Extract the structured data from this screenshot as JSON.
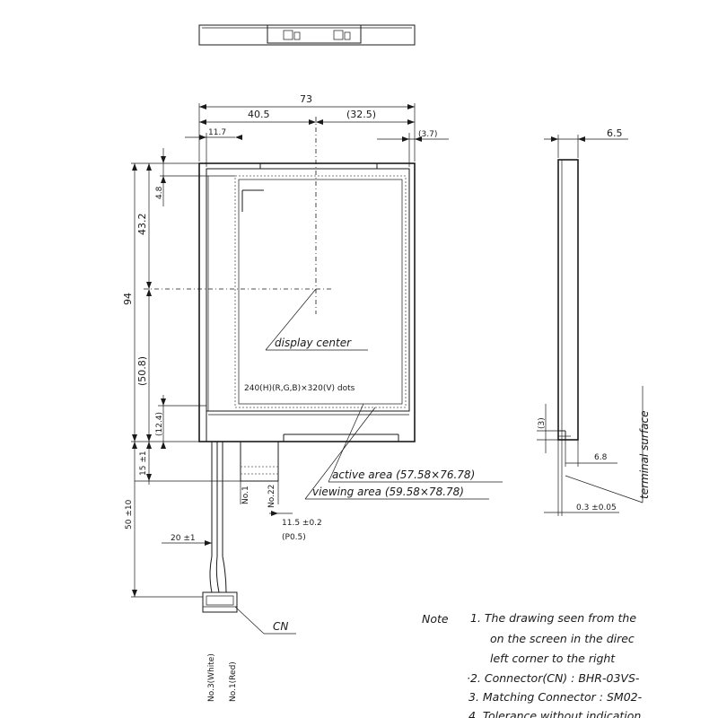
{
  "dimensions": {
    "overall_width": "73",
    "left_to_center": "40.5",
    "center_to_right": "(32.5)",
    "left_margin": "11.7",
    "right_margin": "(3.7)",
    "thickness": "6.5",
    "top_offset": "4.8",
    "top_to_center": "43.2",
    "overall_height": "94",
    "center_to_bottom": "(50.8)",
    "bottom_band": "(12.4)",
    "fpc_height": "15 ±1",
    "cable_length": "50 ±10",
    "cable_offset": "20 ±1",
    "fpc_width": "11.5 ±0.2",
    "pitch": "(P0.5)",
    "side_step": "(3)",
    "side_lower": "6.8",
    "side_thin": "0.3 ±0.05"
  },
  "labels": {
    "display_center": "display center",
    "resolution": "240(H)(R,G,B)×320(V) dots",
    "active_area": "active area (57.58×76.78)",
    "viewing_area": "viewing area (59.58×78.78)",
    "terminal_surface": "terminal surface",
    "connector": "CN",
    "pin_no1": "No.1",
    "pin_no22": "No.22",
    "wire_white": "No.3(White)",
    "wire_red": "No.1(Red)"
  },
  "note": {
    "title": "Note",
    "lines": [
      "1. The drawing seen from the",
      "on the screen in the direc",
      "left corner to the right",
      "·2. Connector(CN) : BHR-03VS-",
      "3. Matching Connector : SM02-",
      "4. Tolerance without indication"
    ]
  }
}
